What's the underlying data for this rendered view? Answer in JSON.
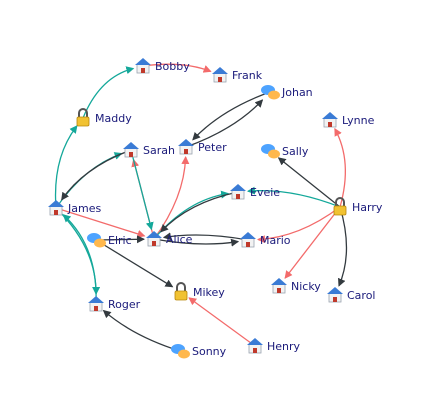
{
  "colors": {
    "red": "#f36b6b",
    "teal": "#14a89a",
    "dark": "#333a3f",
    "label": "#1a1a7a"
  },
  "nodes": [
    {
      "id": "bobby",
      "label": "Bobby",
      "icon": "house-icon"
    },
    {
      "id": "frank",
      "label": "Frank",
      "icon": "house-icon"
    },
    {
      "id": "johan",
      "label": "Johan",
      "icon": "chat-bubble-icon"
    },
    {
      "id": "maddy",
      "label": "Maddy",
      "icon": "padlock-icon"
    },
    {
      "id": "lynne",
      "label": "Lynne",
      "icon": "house-icon"
    },
    {
      "id": "sarah",
      "label": "Sarah",
      "icon": "house-icon"
    },
    {
      "id": "peter",
      "label": "Peter",
      "icon": "house-icon"
    },
    {
      "id": "sally",
      "label": "Sally",
      "icon": "chat-bubble-icon"
    },
    {
      "id": "eveie",
      "label": "Eveie",
      "icon": "house-icon"
    },
    {
      "id": "harry",
      "label": "Harry",
      "icon": "padlock-icon"
    },
    {
      "id": "james",
      "label": "James",
      "icon": "house-icon"
    },
    {
      "id": "elric",
      "label": "Elric",
      "icon": "chat-bubble-icon"
    },
    {
      "id": "alice",
      "label": "Alice",
      "icon": "house-icon"
    },
    {
      "id": "mario",
      "label": "Mario",
      "icon": "house-icon"
    },
    {
      "id": "nicky",
      "label": "Nicky",
      "icon": "house-icon"
    },
    {
      "id": "carol",
      "label": "Carol",
      "icon": "house-icon"
    },
    {
      "id": "mikey",
      "label": "Mikey",
      "icon": "padlock-icon"
    },
    {
      "id": "roger",
      "label": "Roger",
      "icon": "house-icon"
    },
    {
      "id": "henry",
      "label": "Henry",
      "icon": "house-icon"
    },
    {
      "id": "sonny",
      "label": "Sonny",
      "icon": "chat-bubble-icon"
    }
  ],
  "edges": [
    {
      "from": "bobby",
      "to": "frank",
      "color": "red"
    },
    {
      "from": "maddy",
      "to": "bobby",
      "color": "teal"
    },
    {
      "from": "johan",
      "to": "peter",
      "color": "dark"
    },
    {
      "from": "peter",
      "to": "johan",
      "color": "dark"
    },
    {
      "from": "james",
      "to": "maddy",
      "color": "teal"
    },
    {
      "from": "james",
      "to": "sarah",
      "color": "teal"
    },
    {
      "from": "sarah",
      "to": "james",
      "color": "dark"
    },
    {
      "from": "james",
      "to": "roger",
      "color": "teal"
    },
    {
      "from": "roger",
      "to": "james",
      "color": "teal"
    },
    {
      "from": "james",
      "to": "alice",
      "color": "red"
    },
    {
      "from": "alice",
      "to": "sarah",
      "color": "red"
    },
    {
      "from": "sarah",
      "to": "alice",
      "color": "teal"
    },
    {
      "from": "alice",
      "to": "peter",
      "color": "red"
    },
    {
      "from": "alice",
      "to": "eveie",
      "color": "teal"
    },
    {
      "from": "eveie",
      "to": "alice",
      "color": "dark"
    },
    {
      "from": "alice",
      "to": "mario",
      "color": "dark"
    },
    {
      "from": "mario",
      "to": "alice",
      "color": "dark"
    },
    {
      "from": "elric",
      "to": "alice",
      "color": "dark"
    },
    {
      "from": "elric",
      "to": "mikey",
      "color": "dark"
    },
    {
      "from": "harry",
      "to": "sally",
      "color": "dark"
    },
    {
      "from": "harry",
      "to": "lynne",
      "color": "red"
    },
    {
      "from": "harry",
      "to": "eveie",
      "color": "teal"
    },
    {
      "from": "harry",
      "to": "mario",
      "color": "red"
    },
    {
      "from": "harry",
      "to": "nicky",
      "color": "red"
    },
    {
      "from": "harry",
      "to": "carol",
      "color": "dark"
    },
    {
      "from": "henry",
      "to": "mikey",
      "color": "red"
    },
    {
      "from": "sonny",
      "to": "roger",
      "color": "dark"
    }
  ]
}
